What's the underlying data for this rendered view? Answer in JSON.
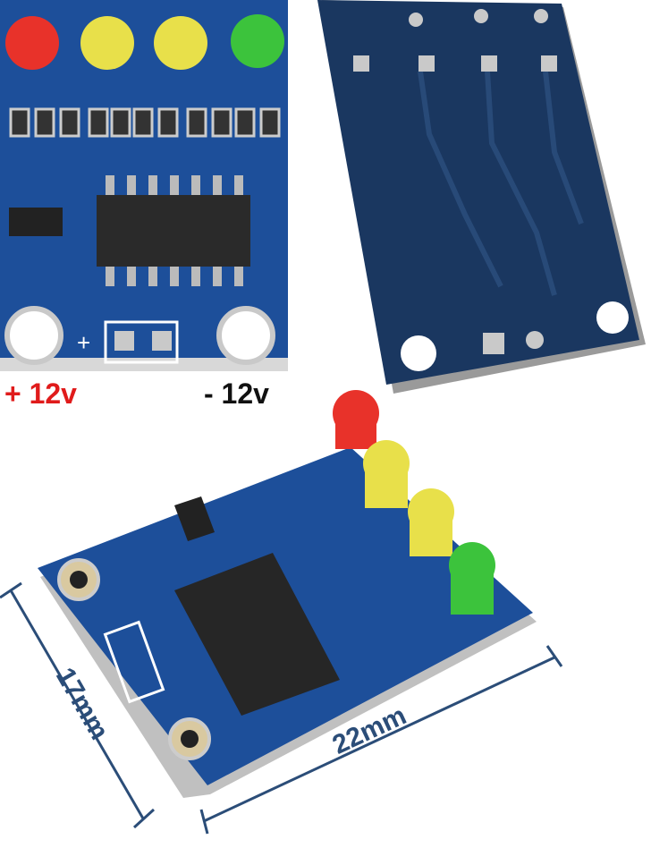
{
  "labels": {
    "plus_voltage": "+ 12v",
    "minus_voltage": "- 12v",
    "height_dimension": "17mm",
    "width_dimension": "22mm"
  },
  "colors": {
    "pcb_blue": "#1d4f9a",
    "pcb_back": "#1a3760",
    "plus_label": "#e01b1b",
    "minus_label": "#111111",
    "dimension": "#2b4d78",
    "led_red": "#e8322a",
    "led_yellow": "#e8e04a",
    "led_green": "#3cc33c"
  },
  "leds": [
    "red",
    "yellow",
    "yellow",
    "green"
  ]
}
